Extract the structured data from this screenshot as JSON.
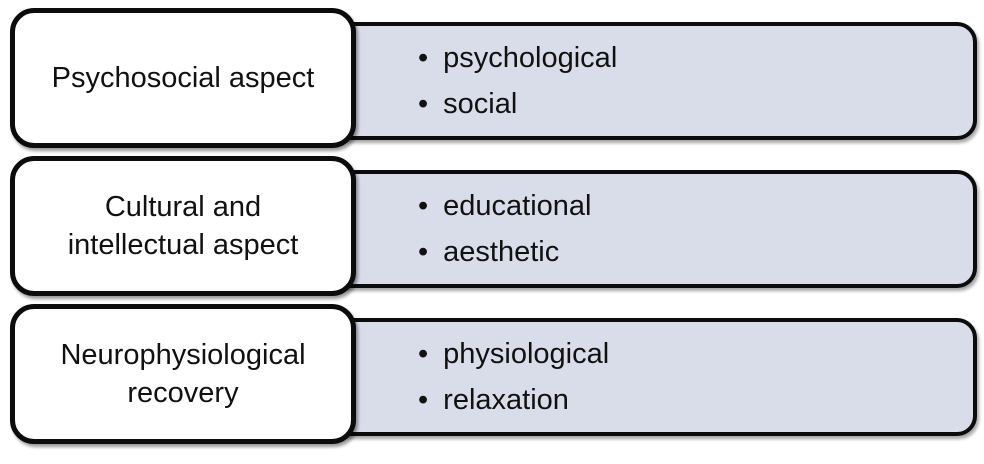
{
  "diagram": {
    "bullet_glyph": "•",
    "colors": {
      "panel_fill": "#d9dde9",
      "box_fill": "#ffffff",
      "border": "#0c0c0c",
      "text": "#111111"
    },
    "rows": [
      {
        "label": "Psychosocial aspect",
        "label_lines": [
          "Psychosocial aspect"
        ],
        "bullets": [
          "psychological",
          "social"
        ]
      },
      {
        "label": "Cultural and intellectual aspect",
        "label_lines": [
          "Cultural and",
          "intellectual aspect"
        ],
        "bullets": [
          "educational",
          "aesthetic"
        ]
      },
      {
        "label": "Neurophysiological recovery",
        "label_lines": [
          "Neurophysiological",
          "recovery"
        ],
        "bullets": [
          "physiological",
          "relaxation"
        ]
      }
    ]
  }
}
